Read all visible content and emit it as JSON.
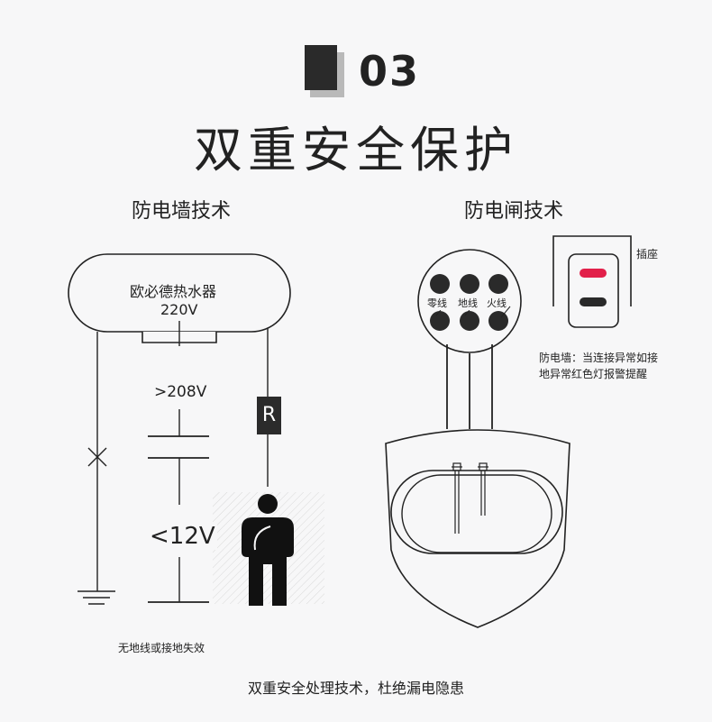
{
  "header": {
    "number": "03",
    "title": "双重安全保护"
  },
  "left": {
    "section_title": "防电墙技术",
    "heater_name": "欧必德热水器",
    "heater_voltage": "220V",
    "upper_voltage": ">208V",
    "lower_voltage": "<12V",
    "resistor_label": "R",
    "ground_note": "无地线或接地失效"
  },
  "right": {
    "section_title": "防电闸技术",
    "socket_label": "插座",
    "pins": [
      "零线",
      "地线",
      "火线"
    ],
    "warning": [
      "防电墙：当连接异常如接",
      "地异常红色灯报警提醒"
    ]
  },
  "footer": {
    "text": "双重安全处理技术，杜绝漏电隐患"
  },
  "colors": {
    "indicator_red": "#e2204a",
    "ink": "#222222"
  }
}
